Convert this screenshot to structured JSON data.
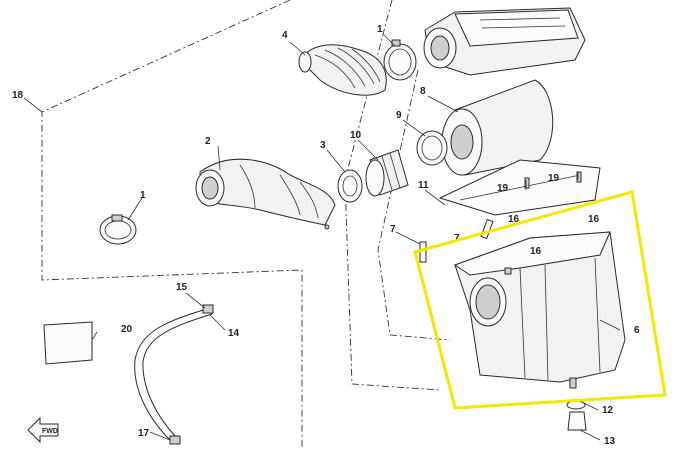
{
  "callouts": {
    "c1a": "1",
    "c1b": "1",
    "c2": "2",
    "c3": "3",
    "c4": "4",
    "c6": "6",
    "c7a": "7",
    "c7b": "7",
    "c8": "8",
    "c9": "9",
    "c10": "10",
    "c11": "11",
    "c12": "12",
    "c13": "13",
    "c14": "14",
    "c15": "15",
    "c16a": "16",
    "c16b": "16",
    "c16c": "16",
    "c17": "17",
    "c18": "18",
    "c19a": "19",
    "c19b": "19",
    "c20": "20"
  },
  "fwd_label": "FWD",
  "colors": {
    "highlight": "#f4e800",
    "linework": "#2a2a2a",
    "part_fill": "#f2f2f2"
  }
}
